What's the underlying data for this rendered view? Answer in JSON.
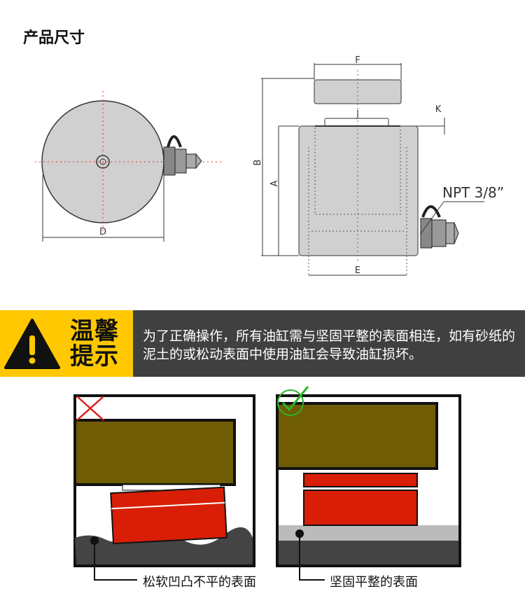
{
  "section_title": "产品尺寸",
  "dimensions": {
    "F": "F",
    "J": "J",
    "K": "K",
    "B": "B",
    "A": "A",
    "D": "D",
    "E": "E",
    "port": "NPT 3/8”"
  },
  "notice": {
    "title_line1": "温馨",
    "title_line2": "提示",
    "text": "为了正确操作，所有油缸需与坚固平整的表面相连，如有砂纸的泥土的或松动表面中使用油缸会导致油缸损坏。"
  },
  "examples": {
    "bad_label": "松软凹凸不平的表面",
    "good_label": "坚固平整的表面"
  },
  "colors": {
    "yellow": "#ffc800",
    "dark": "#404040",
    "olive": "#705c05",
    "red": "#d81e06",
    "check": "#2bb52b"
  }
}
